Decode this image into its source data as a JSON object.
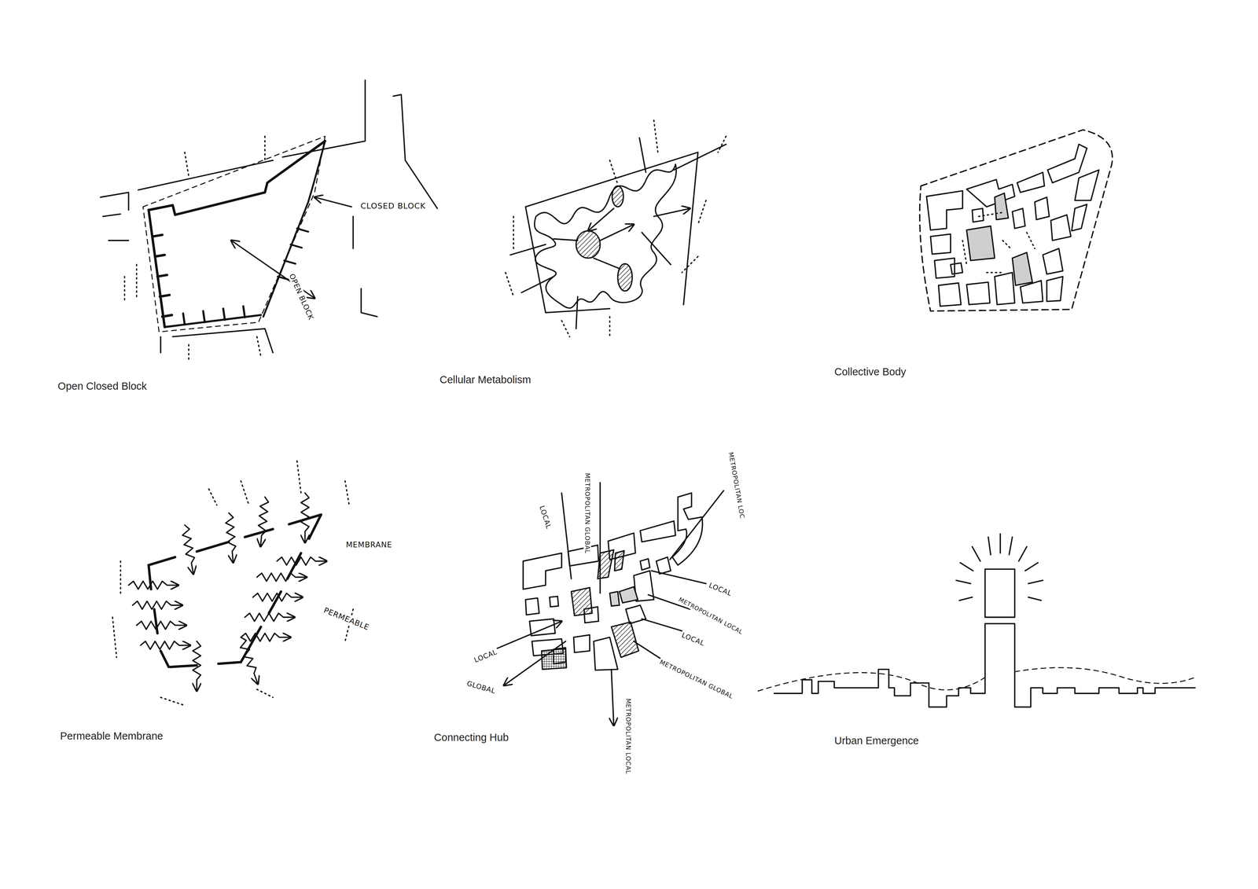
{
  "diagram": {
    "labels": [
      "CLOSED BLOCK",
      "OPEN BLOCK",
      "Open Closed Block",
      "Cellular Metabolism",
      "Collective Body",
      "MEMBRANE",
      "PERMEABLE",
      "LOCAL",
      "METROPOLITAN GLOBAL",
      "METROPOLITAN LOC",
      "LOCAL",
      "METROPOLITAN LOCAL",
      "LOCAL",
      "METROPOLITAN GLOBAL",
      "LOCAL",
      "GLOBAL",
      "METROPOLITAN LOCAL",
      "Permeable Membrane",
      "Connecting Hub",
      "Urban Emergence"
    ]
  }
}
